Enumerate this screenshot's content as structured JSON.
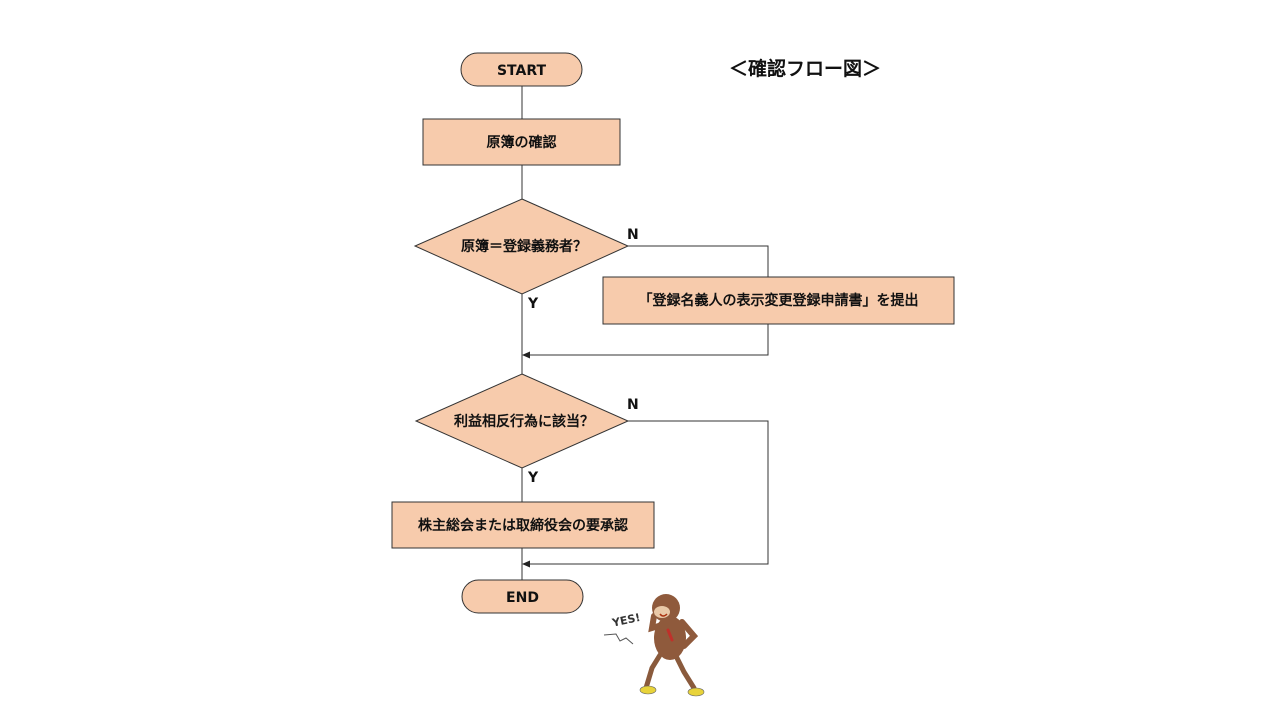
{
  "title": "＜確認フロー図＞",
  "colors": {
    "node_fill": "#f7cbac",
    "stroke": "#333333"
  },
  "nodes": {
    "start": "START",
    "check_register": "原簿の確認",
    "decision_owner": "原簿＝登録義務者？",
    "submit_form": "「登録名義人の表示変更登録申請書」を提出",
    "decision_conflict": "利益相反行為に該当？",
    "approval": "株主総会または取締役会の要承認",
    "end": "END"
  },
  "branch_labels": {
    "decision_owner_no": "N",
    "decision_owner_yes": "Y",
    "decision_conflict_no": "N",
    "decision_conflict_yes": "Y"
  },
  "illustration": {
    "speech": "YES!",
    "subject": "monkey-cheering"
  }
}
